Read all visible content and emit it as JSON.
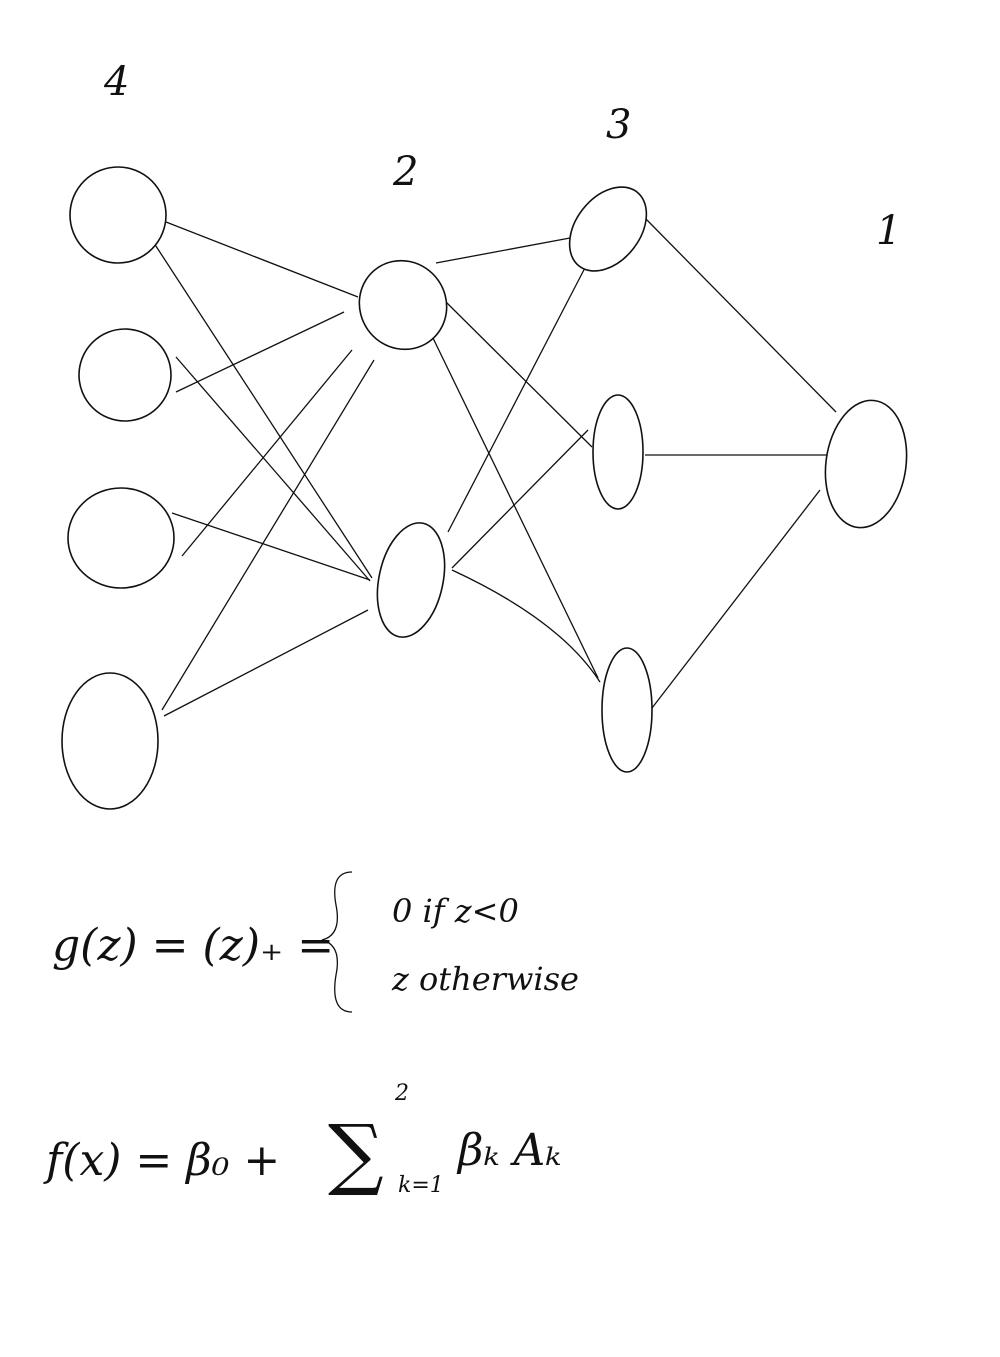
{
  "layers": [
    {
      "size_label": "4",
      "nodes": 4
    },
    {
      "size_label": "2",
      "nodes": 2
    },
    {
      "size_label": "3",
      "nodes": 3
    },
    {
      "size_label": "1",
      "nodes": 1
    }
  ],
  "equations": {
    "activation_lhs": "g(z) = (z)₊ =",
    "activation_case1": "0 if z<0",
    "activation_case2": "z otherwise",
    "output_lhs": "f(x) = β₀ +",
    "output_sum_upper": "2",
    "output_sum_symbol": "∑",
    "output_sum_lower": "k=1",
    "output_term": "βₖ Aₖ"
  }
}
